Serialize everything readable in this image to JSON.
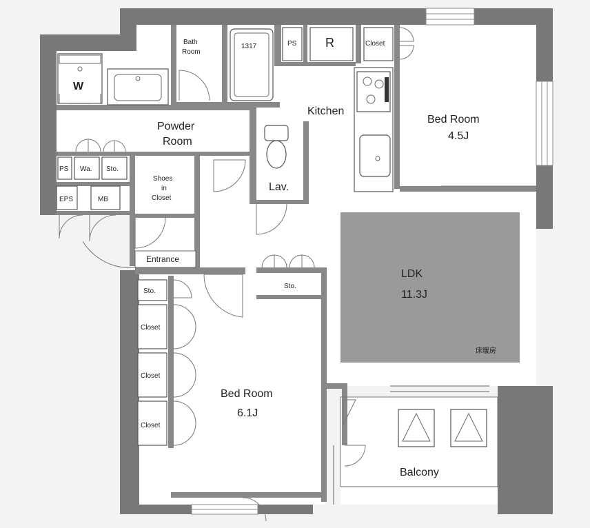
{
  "rooms": {
    "bath_room": "Bath Room",
    "unit_bath": "1317",
    "ps_top": "PS",
    "refrigerator": "R",
    "closet_top": "Closet",
    "washer": "W",
    "kitchen": "Kitchen",
    "bedroom_small": "Bed Room",
    "bedroom_small_area": "4.5J",
    "powder_room_1": "Powder",
    "powder_room_2": "Room",
    "ps_left": "PS",
    "wa": "Wa.",
    "sto_powder": "Sto.",
    "shoes_1": "Shoes",
    "shoes_2": "in",
    "shoes_3": "Closet",
    "lav": "Lav.",
    "eps": "EPS",
    "mb": "MB",
    "entrance": "Entrance",
    "sto_hall": "Sto.",
    "ldk": "LDK",
    "ldk_area": "11.3J",
    "floor_heating": "床暖房",
    "sto_left": "Sto.",
    "closet_1": "Closet",
    "closet_2": "Closet",
    "closet_3": "Closet",
    "bedroom_large": "Bed Room",
    "bedroom_large_area": "6.1J",
    "balcony": "Balcony"
  },
  "colors": {
    "wall": "#777777",
    "ldk_fill": "#9a9a9a",
    "background": "#f3f3f3",
    "floor": "#ffffff"
  }
}
